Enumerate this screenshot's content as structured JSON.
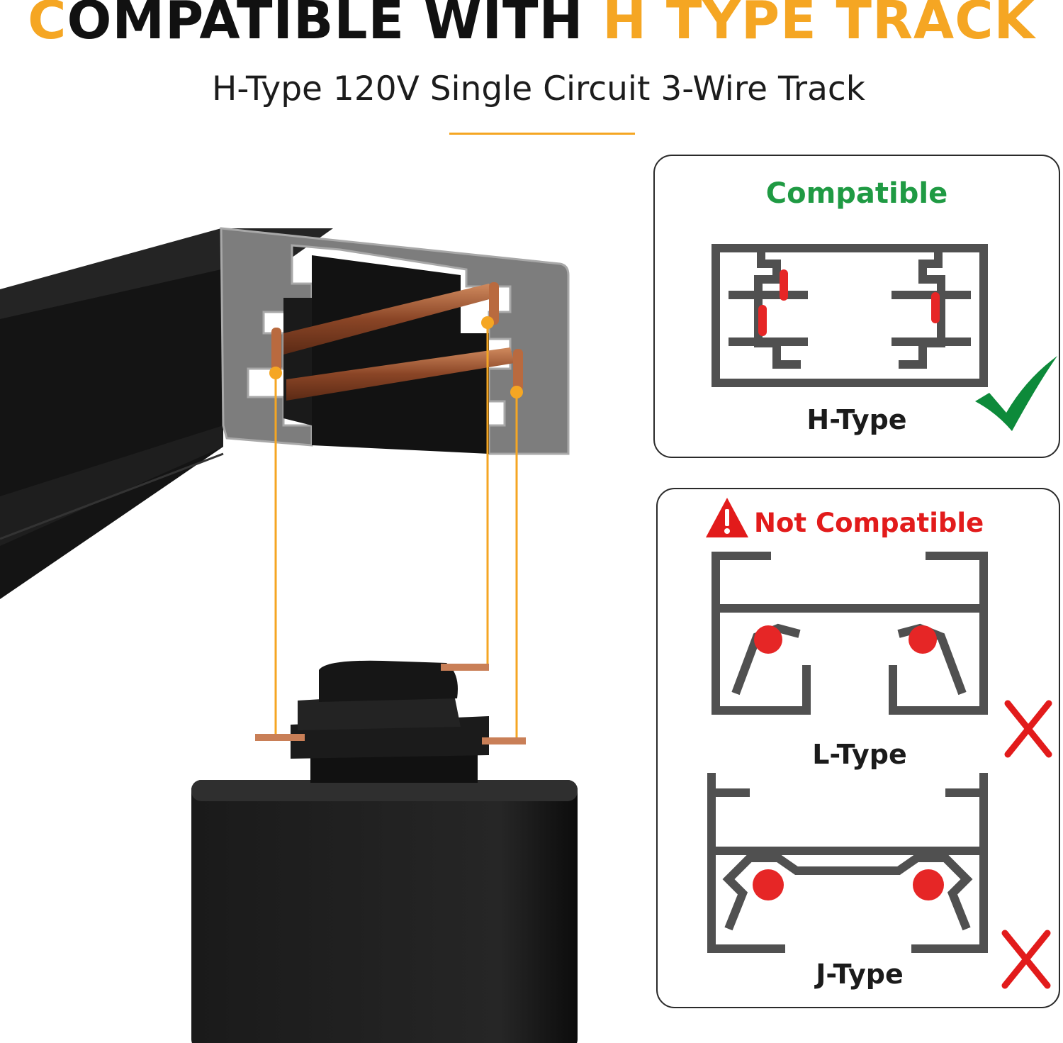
{
  "header": {
    "title_lead": "COMPATIBLE WITH",
    "title_accent": "H TYPE TRACK",
    "subtitle": "H-Type 120V Single Circuit 3-Wire Track"
  },
  "compatible_panel": {
    "heading": "Compatible",
    "track_label": "H-Type",
    "status_icon": "checkmark-icon"
  },
  "not_compatible_panel": {
    "heading": "Not Compatible",
    "warning_icon": "warning-triangle-icon",
    "tracks": [
      {
        "label": "L-Type",
        "status_icon": "x-mark-icon"
      },
      {
        "label": "J-Type",
        "status_icon": "x-mark-icon"
      }
    ]
  },
  "colors": {
    "accent_orange": "#f5a623",
    "compatible_green": "#1f9a43",
    "incompatible_red": "#e21b1b",
    "diagram_gray": "#505050",
    "copper": "#a8603b"
  }
}
